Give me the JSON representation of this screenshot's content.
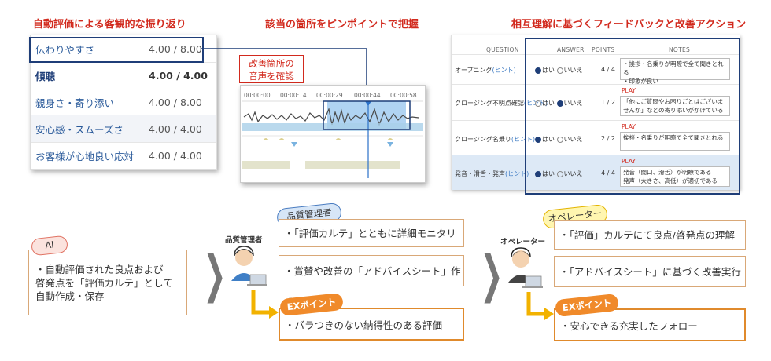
{
  "section_titles": {
    "auto_eval": "自動評価による客観的な振り返り",
    "pinpoint": "該当の箇所をピンポイントで把握",
    "mutual": "相互理解に基づくフィードバックと改善アクション"
  },
  "scores": [
    {
      "label": "伝わりやすさ",
      "value": "4.00 / 8.00"
    },
    {
      "label": "傾聴",
      "value": "4.00 / 4.00"
    },
    {
      "label": "親身さ・寄り添い",
      "value": "4.00 / 8.00"
    },
    {
      "label": "安心感・スムーズさ",
      "value": "4.00 / 4.00"
    },
    {
      "label": "お客様が心地良い応対",
      "value": "4.00 / 4.00"
    }
  ],
  "callout": {
    "line1": "改善箇所の",
    "line2": "音声を確認"
  },
  "timeline": [
    "00:00:00",
    "00:00:14",
    "00:00:29",
    "00:00:44",
    "00:00:58"
  ],
  "eval_table": {
    "headers": {
      "question": "QUESTION",
      "answer": "ANSWER",
      "points": "POINTS",
      "notes": "NOTES"
    },
    "rows": [
      {
        "question": "オープニング",
        "hint": "(ヒント)",
        "yes": "はい",
        "no": "いいえ",
        "selected": "yes",
        "points": "4 / 4",
        "play": "",
        "notes": "・挨拶・名乗りが明瞭で全て聞きとれる\n・印象が良い"
      },
      {
        "question": "クロージング不明点確認",
        "hint": "(ヒント)",
        "yes": "はい",
        "no": "いいえ",
        "selected": "no",
        "points": "1 / 2",
        "play": "PLAY",
        "notes": "「他にご質問やお困りごとはございませんか」などの寄り添いがかけている"
      },
      {
        "question": "クロージング名乗り",
        "hint": "(ヒント)",
        "yes": "はい",
        "no": "いいえ",
        "selected": "yes",
        "points": "2 / 2",
        "play": "PLAY",
        "notes": "挨拶・名乗りが明瞭で全て聞きとれる"
      },
      {
        "question": "発音・滑舌・発声",
        "hint": "(ヒント)",
        "yes": "はい",
        "no": "いいえ",
        "selected": "yes",
        "points": "4 / 4",
        "play": "PLAY",
        "notes": "発音（闊口、滑舌）が明瞭である\n発声（大きさ、高低）が適切である"
      }
    ]
  },
  "flow": {
    "ai_tag": "AI",
    "ai_text": "・自動評価された良点および\n 啓発点を「評価カルテ」として\n 自動作成・保存",
    "qm_person": "品質管理者",
    "qm_tag": "品質管理者",
    "qm_item1": "・「評価カルテ」とともに詳細モニタリング",
    "qm_item2": "・賞賛や改善の「アドバイスシート」作成",
    "qm_ex_tag": "EXポイント",
    "qm_ex": "・バラつきのない納得性のある評価",
    "op_person": "オペレーター",
    "op_tag": "オペレーター",
    "op_item1": "・「評価」カルテにて良点/啓発点の理解",
    "op_item2": "・「アドバイスシート」に基づく改善実行",
    "op_ex_tag": "EXポイント",
    "op_ex": "・安心できる充実したフォロー"
  },
  "colors": {
    "title_red": "#d22a1e",
    "navy": "#1f3e78",
    "orange": "#f08a2a"
  }
}
